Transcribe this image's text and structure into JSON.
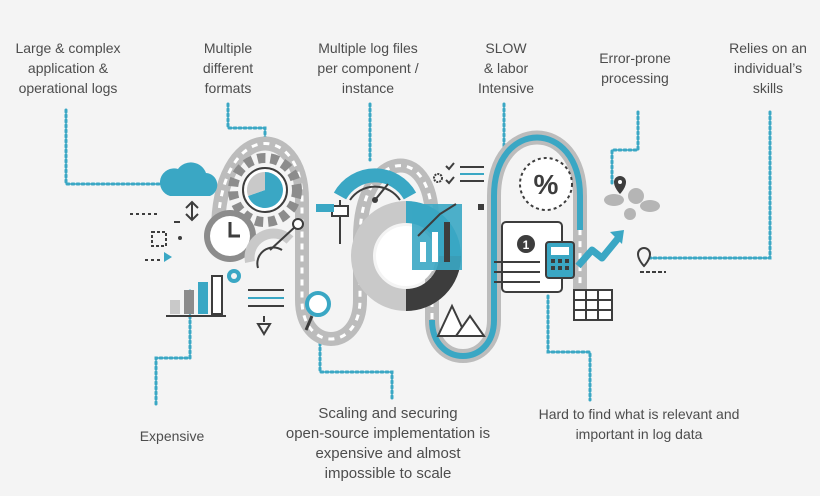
{
  "labels": {
    "large_complex": "Large & complex\napplication &\noperational logs",
    "multiple_formats": "Multiple\ndifferent\nformats",
    "multiple_log_files": "Multiple log files\nper component /\ninstance",
    "slow": "SLOW\n& labor\nIntensive",
    "error_prone": "Error-prone\nprocessing",
    "relies_on": "Relies on an\nindividual’s\nskills",
    "expensive": "Expensive",
    "scaling": "Scaling and securing\nopen-source implementation is\nexpensive and almost\nimpossible to scale",
    "hard_to_find": "Hard to find what is relevant and\nimportant in log data"
  },
  "gauge_number": "1",
  "percent_symbol": "%",
  "colors": {
    "teal": "#3aa7c4",
    "gray": "#8c8c8c",
    "light_gray": "#c9c9c9",
    "dark": "#3d3d3d",
    "dot_line": "#3aa7c4"
  },
  "icons": [
    "cloud-icon",
    "gear-icon",
    "clock-icon",
    "pie-chart-icon",
    "magnifier-icon",
    "gauge-icon",
    "percent-icon",
    "calculator-icon",
    "trend-arrow-icon",
    "world-map-icon",
    "location-pin-icon",
    "table-icon",
    "bar-chart-icon",
    "document-icon",
    "mountain-icon",
    "checklist-icon"
  ]
}
